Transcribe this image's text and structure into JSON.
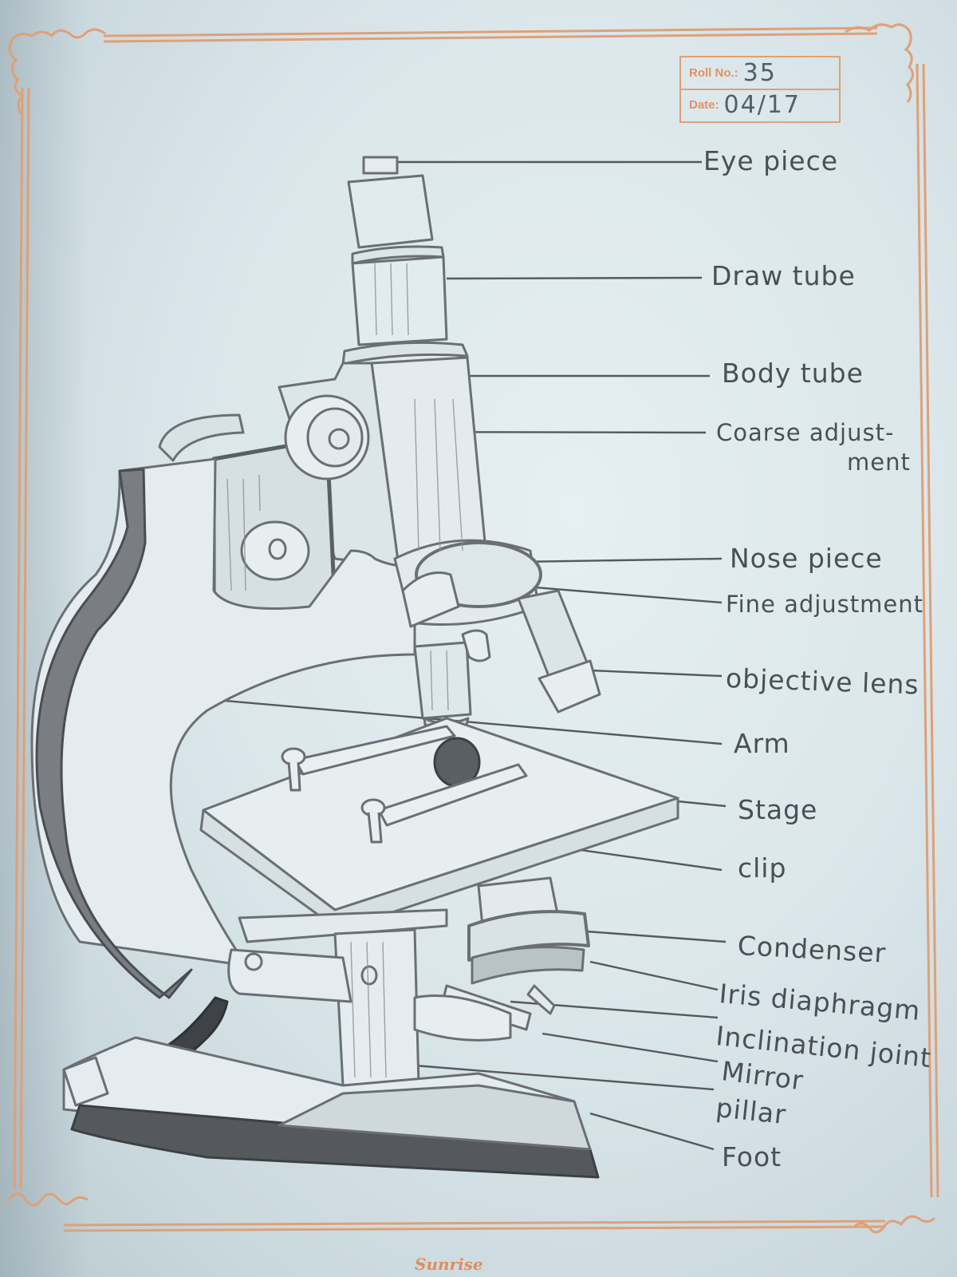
{
  "header_box": {
    "roll_label": "Roll No.:",
    "roll_value": "35",
    "date_label": "Date:",
    "date_value": "04/17"
  },
  "diagram": {
    "subject": "Compound microscope",
    "labels": [
      {
        "id": "eye-piece",
        "text": "Eye piece"
      },
      {
        "id": "draw-tube",
        "text": "Draw tube"
      },
      {
        "id": "body-tube",
        "text": "Body tube"
      },
      {
        "id": "coarse-adjustment",
        "text": "Coarse adjust-",
        "text2": "ment"
      },
      {
        "id": "nose-piece",
        "text": "Nose piece"
      },
      {
        "id": "fine-adjustment",
        "text": "Fine adjustment"
      },
      {
        "id": "objective-lens",
        "text": "objective lens"
      },
      {
        "id": "arm",
        "text": "Arm"
      },
      {
        "id": "stage",
        "text": "Stage"
      },
      {
        "id": "clip",
        "text": "clip"
      },
      {
        "id": "condenser",
        "text": "Condenser"
      },
      {
        "id": "iris-diaphragm",
        "text": "Iris diaphragm"
      },
      {
        "id": "inclination-joint",
        "text": "Inclination joint"
      },
      {
        "id": "mirror",
        "text": "Mirror"
      },
      {
        "id": "pillar",
        "text": "pillar"
      },
      {
        "id": "foot",
        "text": "Foot"
      }
    ]
  },
  "footer": {
    "brand": "Sunrise"
  },
  "colors": {
    "paper": "#dbe7eb",
    "border_orange": "#e0a077",
    "pencil": "#6b6f74",
    "pencil_dark": "#3e4246"
  }
}
